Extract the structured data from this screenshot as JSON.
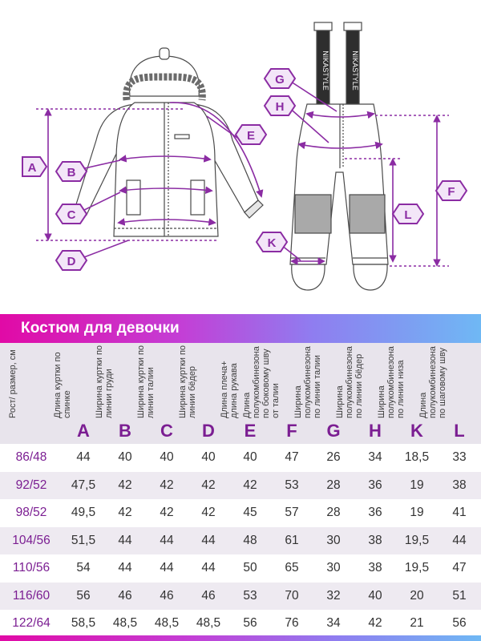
{
  "colors": {
    "accent": "#8b2ca3",
    "marker_fill": "#f3e6f8",
    "banner_start": "#e10aa6",
    "banner_end": "#6fb8f4",
    "size_text": "#7b1e92",
    "header_bg": "#e8e4ec",
    "row_alt_bg": "#eeeaf1"
  },
  "diagram": {
    "jacket_markers": [
      "A",
      "B",
      "C",
      "D",
      "E"
    ],
    "overalls_markers": [
      "G",
      "H",
      "F",
      "L",
      "K"
    ],
    "strap_text": "NIKASTYLE"
  },
  "table": {
    "title": "Костюм для девочки",
    "columns": [
      {
        "letter": "",
        "label": "Рост/ размер, см"
      },
      {
        "letter": "A",
        "label": "Длина куртки по спинке"
      },
      {
        "letter": "B",
        "label": "Ширина куртки по линии груди"
      },
      {
        "letter": "C",
        "label": "Ширина куртки по линии талии"
      },
      {
        "letter": "D",
        "label": "Ширина куртки по линии бёдер"
      },
      {
        "letter": "E",
        "label": "Длина плеча+ длина рукава"
      },
      {
        "letter": "F",
        "label": "Длина полукомбинезона по боковому шву от талии"
      },
      {
        "letter": "G",
        "label": "Ширина полукомбинезона по линии талии"
      },
      {
        "letter": "H",
        "label": "Ширина полукомбинезона по линии бёдер"
      },
      {
        "letter": "K",
        "label": "Ширина полукомбинезона по линии низа"
      },
      {
        "letter": "L",
        "label": "Длина полукомбинезона по шаговому шву"
      }
    ],
    "rows": [
      [
        "86/48",
        "44",
        "40",
        "40",
        "40",
        "40",
        "47",
        "26",
        "34",
        "18,5",
        "33"
      ],
      [
        "92/52",
        "47,5",
        "42",
        "42",
        "42",
        "42",
        "53",
        "28",
        "36",
        "19",
        "38"
      ],
      [
        "98/52",
        "49,5",
        "42",
        "42",
        "42",
        "45",
        "57",
        "28",
        "36",
        "19",
        "41"
      ],
      [
        "104/56",
        "51,5",
        "44",
        "44",
        "44",
        "48",
        "61",
        "30",
        "38",
        "19,5",
        "44"
      ],
      [
        "110/56",
        "54",
        "44",
        "44",
        "44",
        "50",
        "65",
        "30",
        "38",
        "19,5",
        "47"
      ],
      [
        "116/60",
        "56",
        "46",
        "46",
        "46",
        "53",
        "70",
        "32",
        "40",
        "20",
        "51"
      ],
      [
        "122/64",
        "58,5",
        "48,5",
        "48,5",
        "48,5",
        "56",
        "76",
        "34",
        "42",
        "21",
        "56"
      ]
    ]
  }
}
